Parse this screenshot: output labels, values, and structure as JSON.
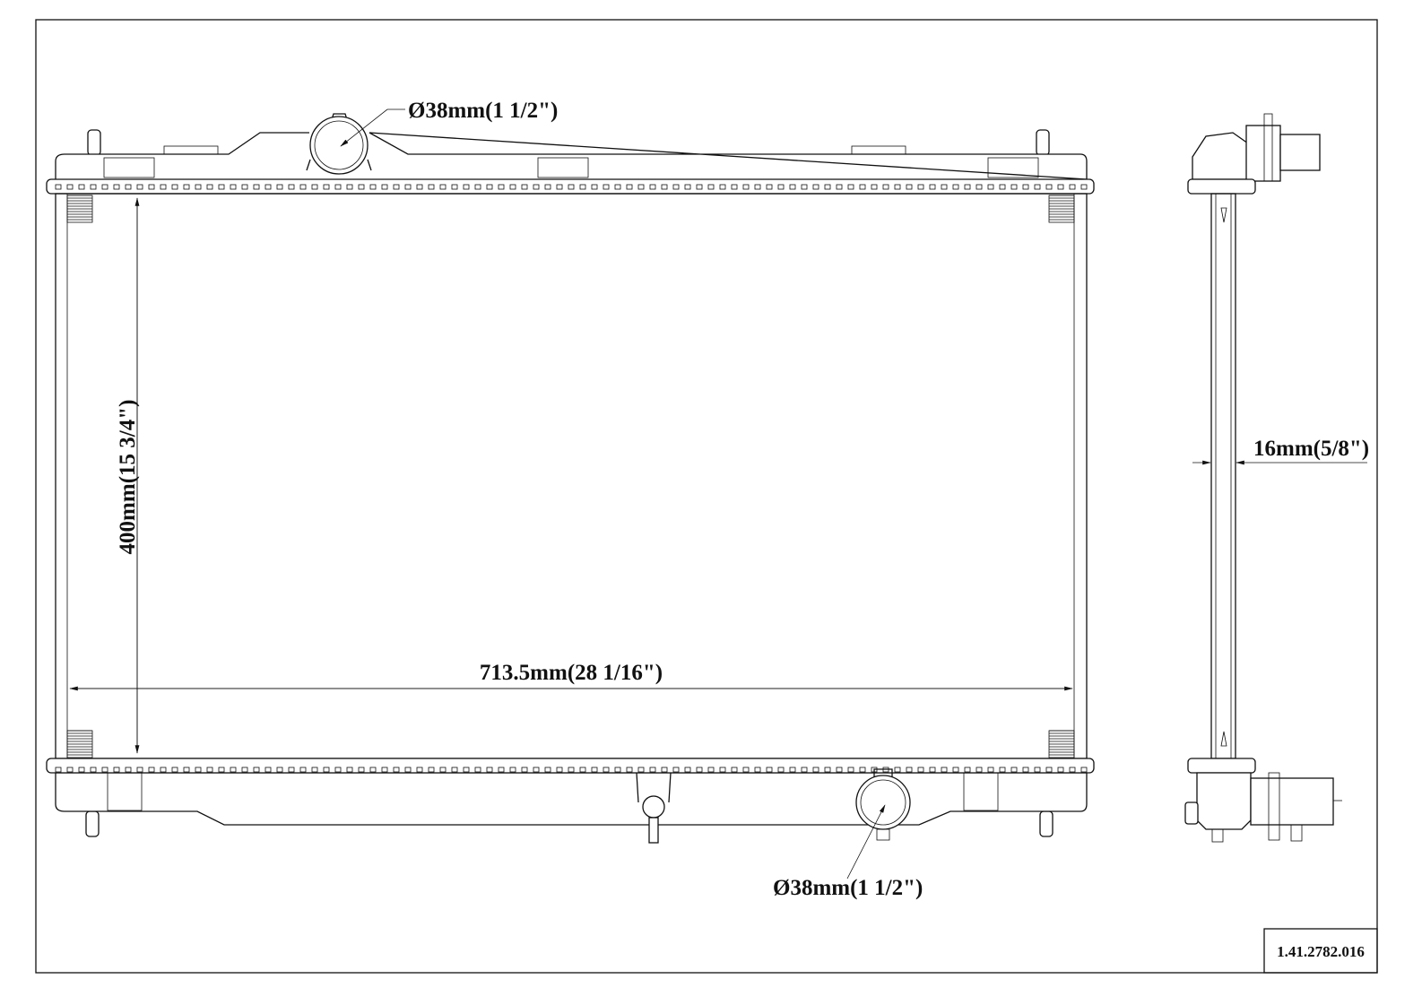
{
  "drawing": {
    "top_inlet_label": "Ø38mm(1 1/2\")",
    "bottom_outlet_label": "Ø38mm(1 1/2\")",
    "core_height_label": "400mm(15 3/4\")",
    "core_width_label": "713.5mm(28 1/16\")",
    "core_thickness_label": "16mm(5/8\")",
    "part_number": "1.41.2782.016"
  }
}
